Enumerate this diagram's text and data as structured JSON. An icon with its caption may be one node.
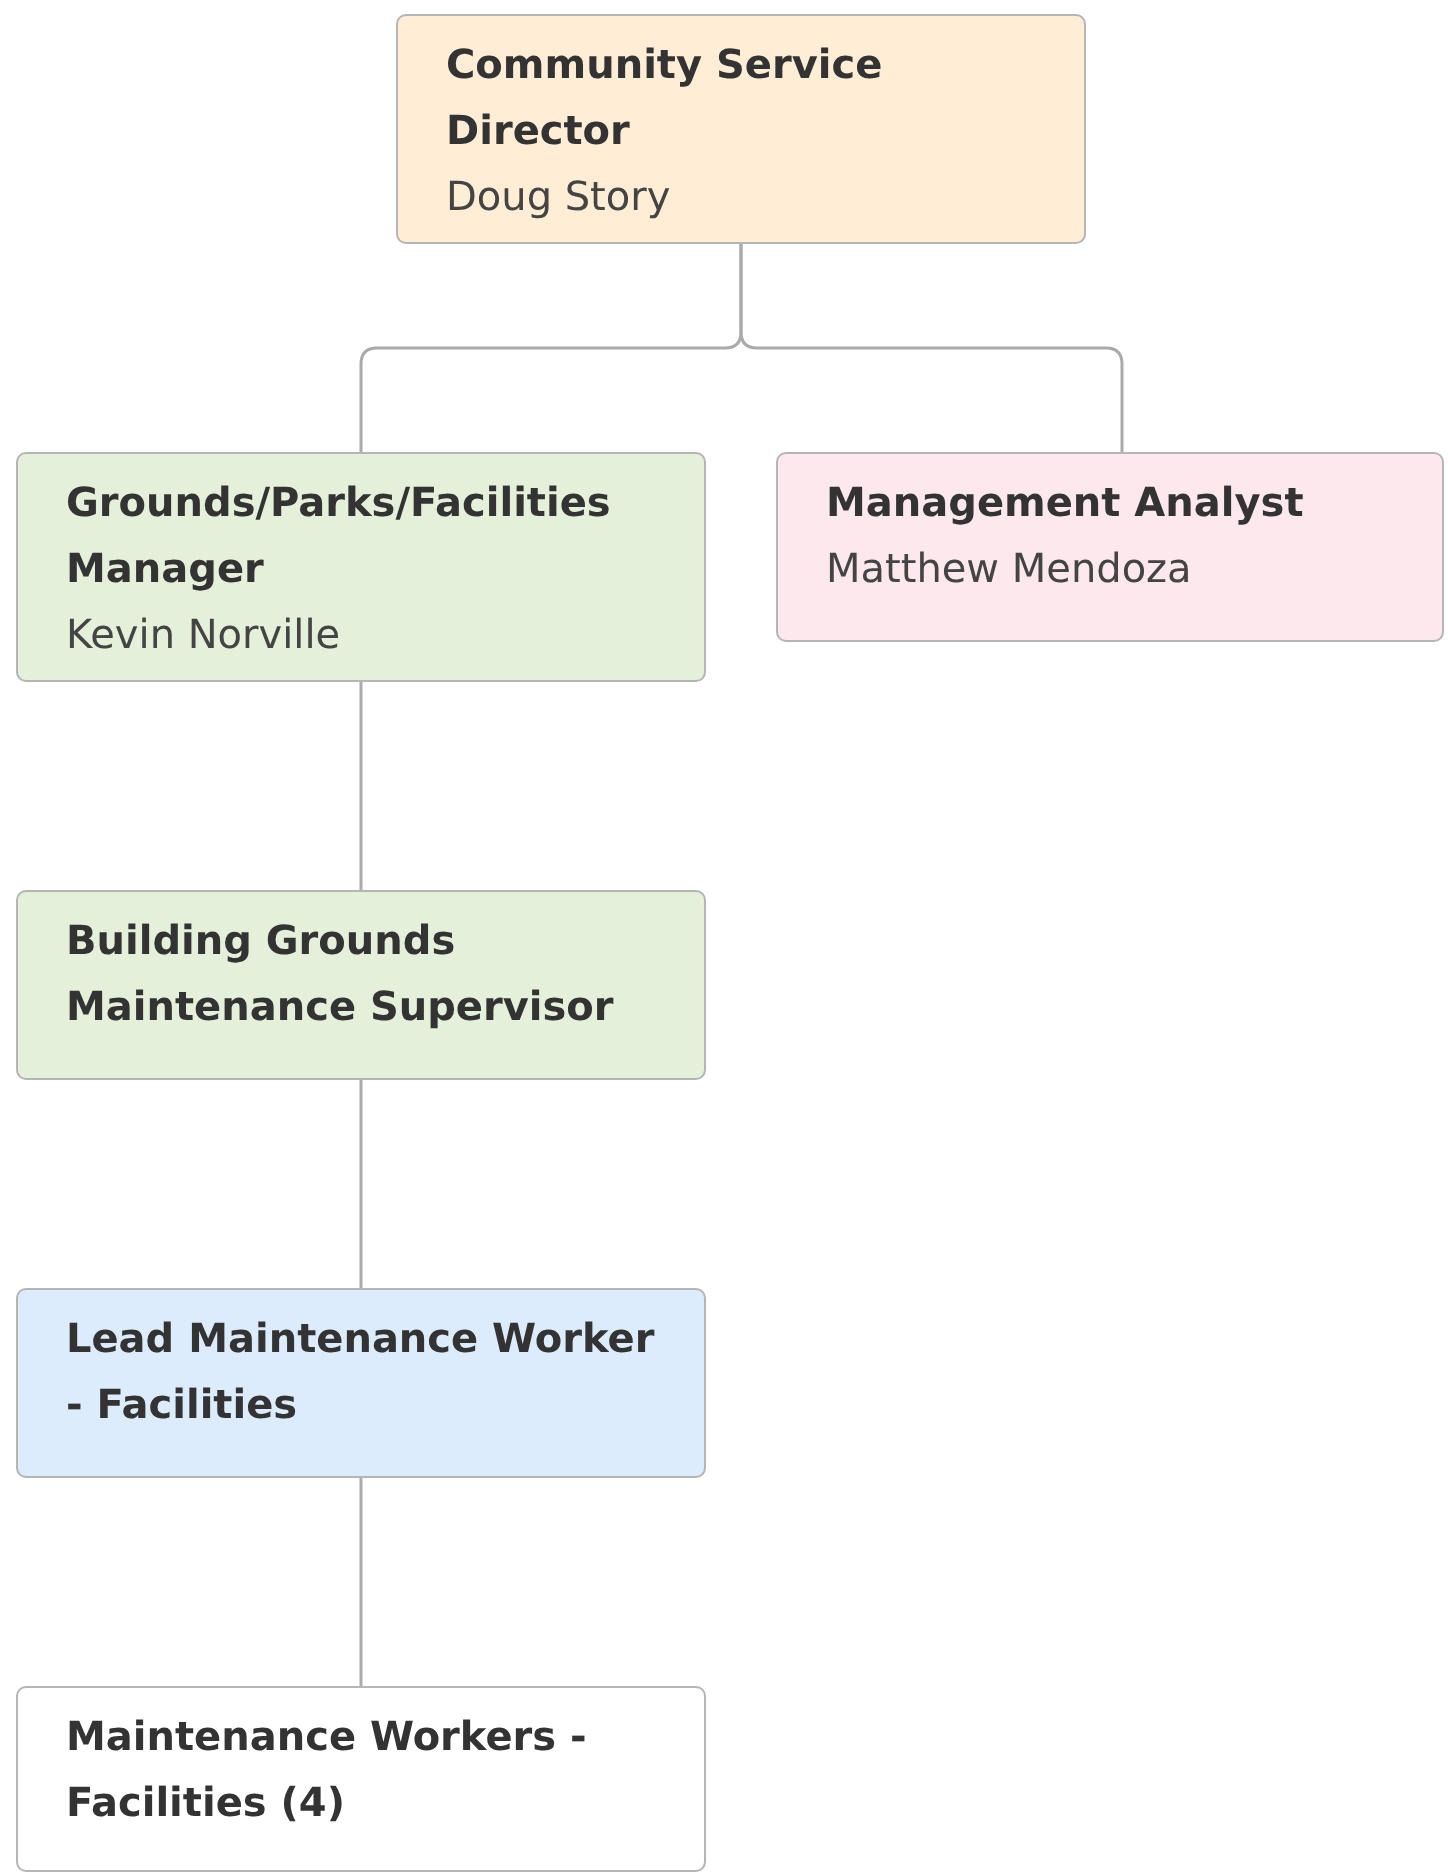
{
  "diagram": {
    "nodes": [
      {
        "text": [
          "Community Service Director",
          "Doug Story"
        ]
      },
      {
        "text": [
          "Grounds/Parks/Facilities Manager",
          "Kevin Norville"
        ]
      },
      {
        "text": [
          "Management Analyst",
          "Matthew Mendoza"
        ]
      },
      {
        "text": [
          "Building Grounds Maintenance Supervisor"
        ]
      },
      {
        "text": [
          "Lead Maintenance Worker - Facilities"
        ]
      },
      {
        "text": [
          "Maintenance Workers - Facilities (4)"
        ]
      }
    ],
    "edges": [
      {
        "from": 0,
        "to": 1,
        "arrow": "none"
      },
      {
        "from": 0,
        "to": 2,
        "arrow": "none"
      },
      {
        "from": 1,
        "to": 3,
        "arrow": "none"
      },
      {
        "from": 3,
        "to": 4,
        "arrow": "none"
      },
      {
        "from": 4,
        "to": 5,
        "arrow": "none"
      }
    ]
  }
}
